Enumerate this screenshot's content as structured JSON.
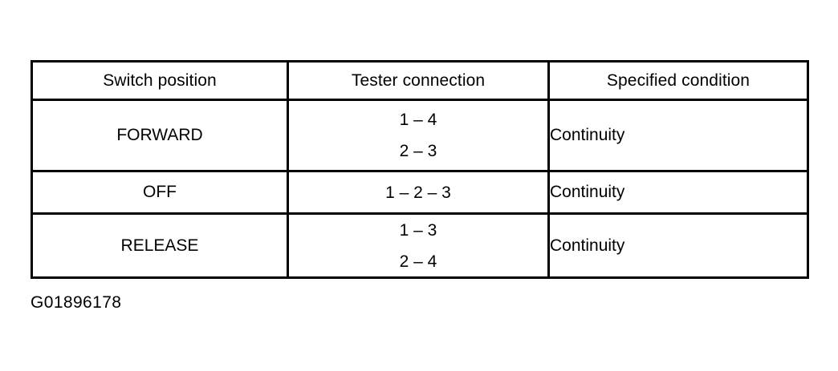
{
  "document": {
    "background_color": "#ffffff",
    "text_color": "#000000",
    "caption": "G01896178"
  },
  "table": {
    "headers": [
      "Switch position",
      "Tester connection",
      "Specified condition"
    ],
    "rows": [
      {
        "switch_position": "FORWARD",
        "tester_connection_lines": [
          "1 – 4",
          "2 – 3"
        ],
        "specified_condition": "Continuity"
      },
      {
        "switch_position": "OFF",
        "tester_connection_lines": [
          "1 – 2 – 3"
        ],
        "specified_condition": "Continuity"
      },
      {
        "switch_position": "RELEASE",
        "tester_connection_lines": [
          "1 – 3",
          "2 – 4"
        ],
        "specified_condition": "Continuity"
      }
    ]
  }
}
